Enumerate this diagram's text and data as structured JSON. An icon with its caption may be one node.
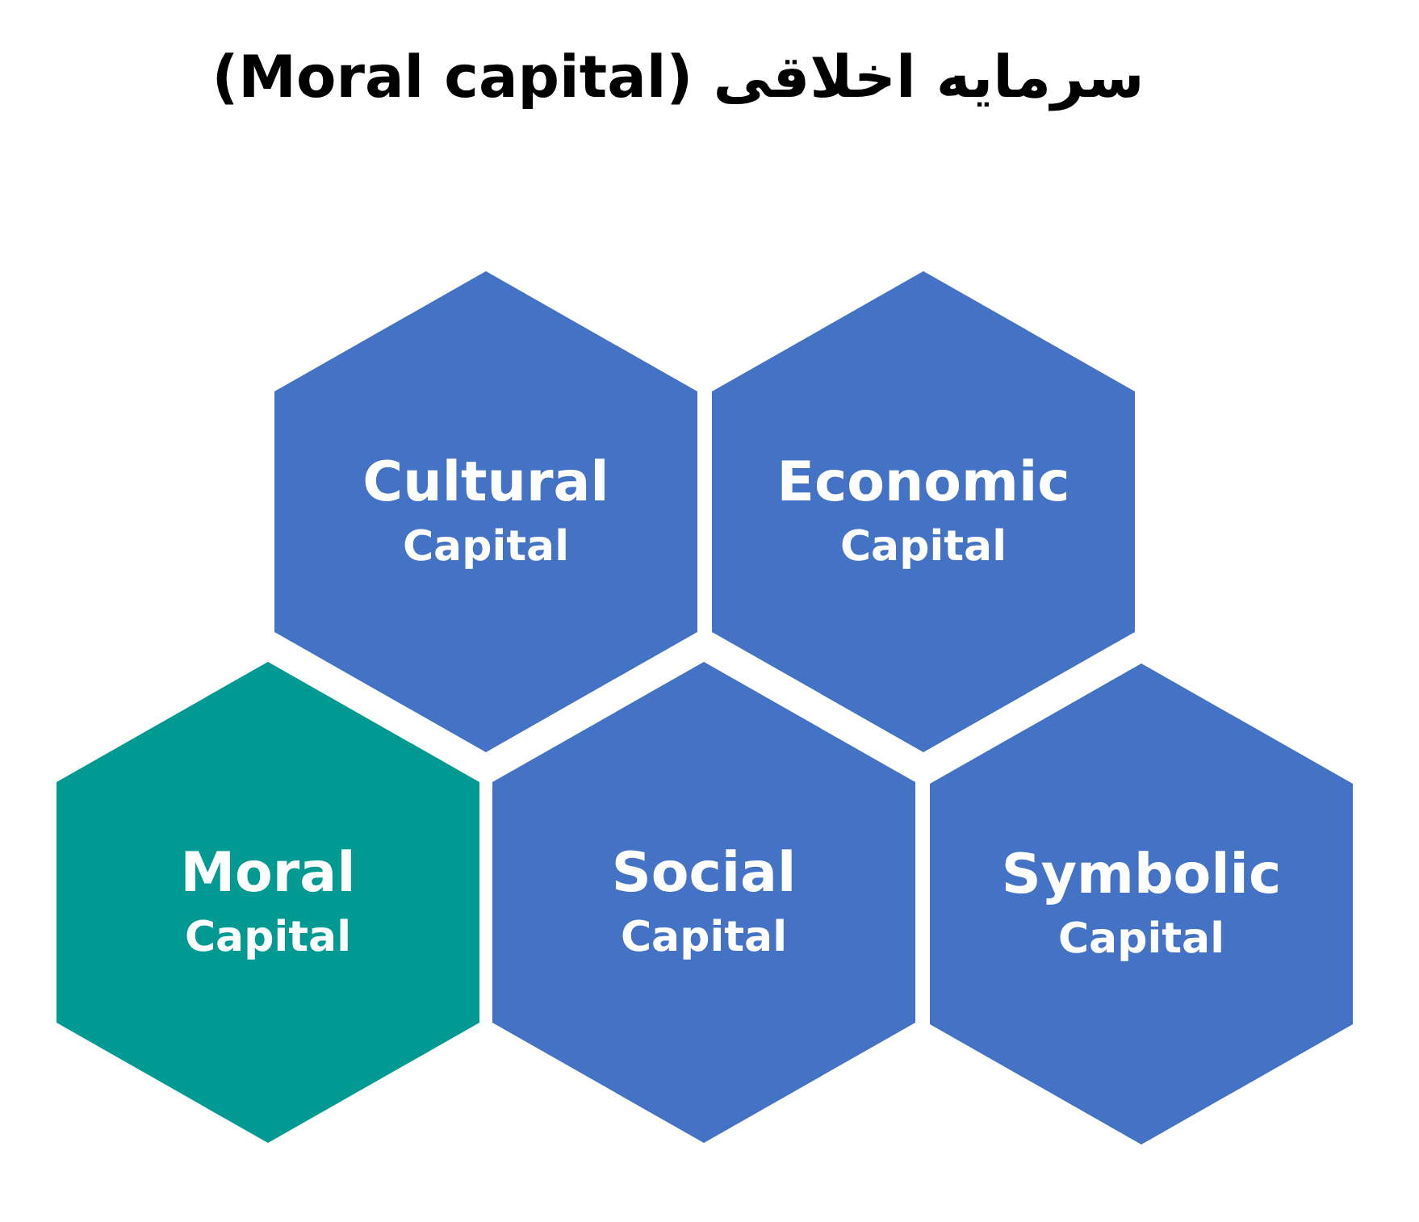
{
  "diagram": {
    "title": "سرمایه اخلاقی (Moral capital)",
    "nodes": [
      {
        "text": [
          "Cultural",
          "Capital"
        ]
      },
      {
        "text": [
          "Economic",
          "Capital"
        ]
      },
      {
        "text": [
          "Moral",
          "Capital"
        ]
      },
      {
        "text": [
          "Social",
          "Capital"
        ]
      },
      {
        "text": [
          "Symbolic",
          "Capital"
        ]
      }
    ]
  }
}
